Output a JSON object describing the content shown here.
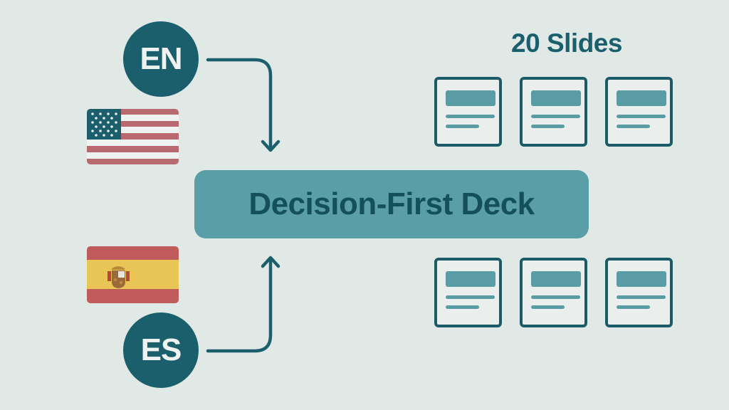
{
  "diagram": {
    "title": "Decision-First Deck",
    "slides_label": "20 Slides",
    "languages": [
      {
        "code": "EN",
        "flag": "us-flag-icon",
        "flow": "arrow-down-to-deck"
      },
      {
        "code": "ES",
        "flag": "spain-flag-icon",
        "flow": "arrow-up-to-deck"
      }
    ],
    "slide_rows": [
      {
        "row": "top",
        "count": 3
      },
      {
        "row": "bottom",
        "count": 3
      }
    ]
  },
  "colors": {
    "background": "#e1e9e7",
    "primary_dark": "#1b5f6d",
    "deck_fill": "#5a9fa7",
    "deck_text": "#14505c",
    "slide_fill": "#eaefee",
    "slide_accent": "#5a9ca3",
    "us_red": "#b86a70",
    "us_white": "#eef2f0",
    "us_blue": "#1b5f6d",
    "es_red": "#c05b5c",
    "es_yellow": "#e9c555"
  }
}
